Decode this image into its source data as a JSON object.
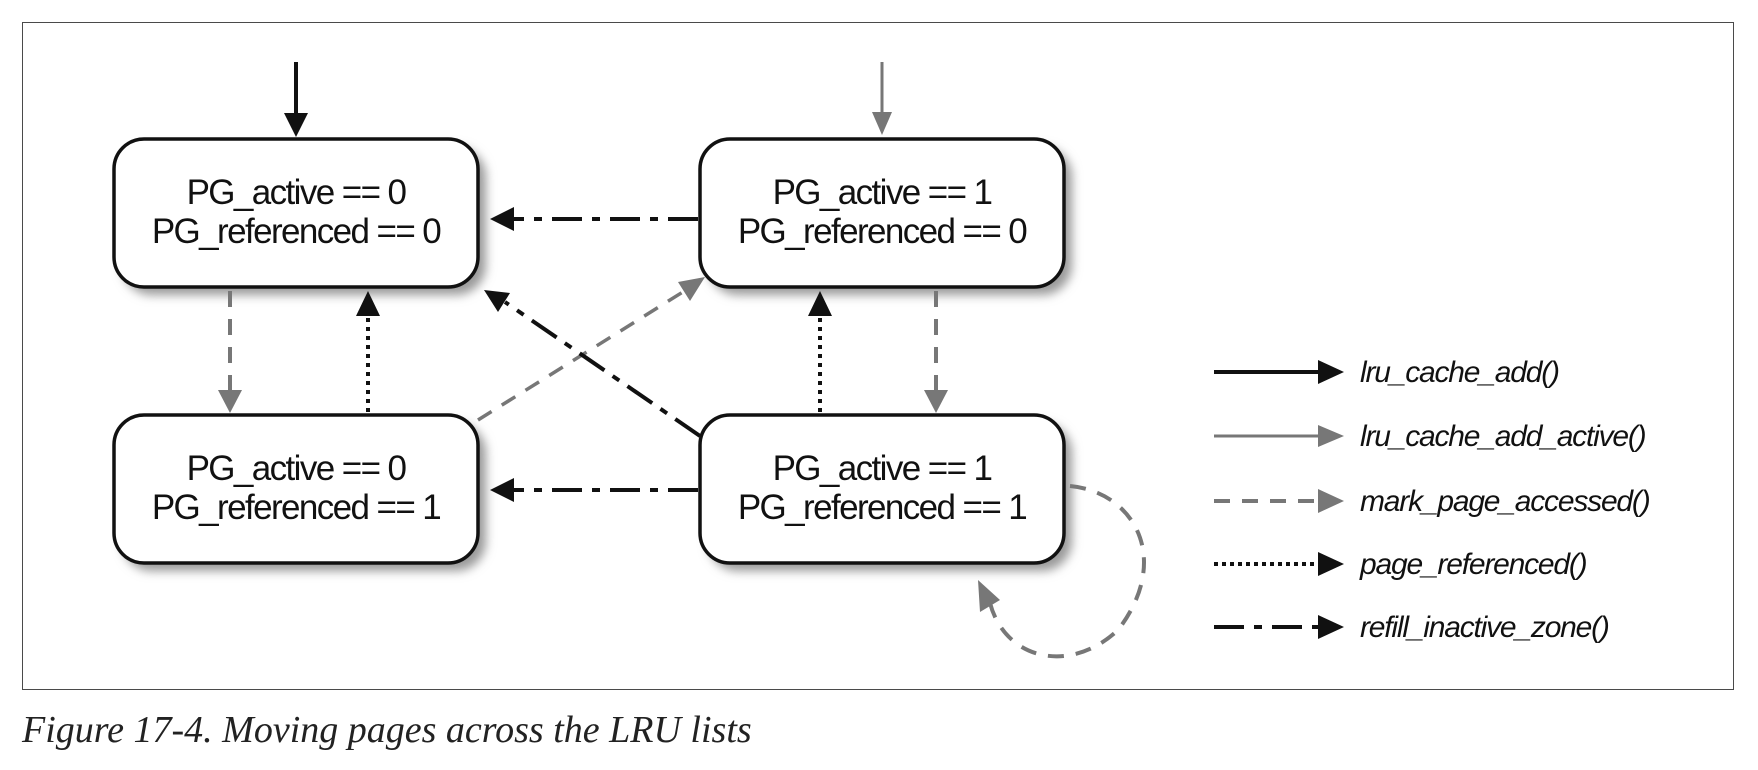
{
  "states": [
    {
      "id": "s00",
      "line1": "PG_active == 0",
      "line2": "PG_referenced == 0"
    },
    {
      "id": "s10",
      "line1": "PG_active == 1",
      "line2": "PG_referenced == 0"
    },
    {
      "id": "s01",
      "line1": "PG_active == 0",
      "line2": "PG_referenced == 1"
    },
    {
      "id": "s11",
      "line1": "PG_active == 1",
      "line2": "PG_referenced == 1"
    }
  ],
  "legend": [
    {
      "label": "lru_cache_add()",
      "style": "solid-black"
    },
    {
      "label": "lru_cache_add_active()",
      "style": "solid-gray"
    },
    {
      "label": "mark_page_accessed()",
      "style": "dashed-gray"
    },
    {
      "label": "page_referenced()",
      "style": "dotted-black"
    },
    {
      "label": "refill_inactive_zone()",
      "style": "dashdot-black"
    }
  ],
  "transitions": [
    {
      "from": "entry",
      "to": "s00",
      "style": "solid-black"
    },
    {
      "from": "entry",
      "to": "s10",
      "style": "solid-gray"
    },
    {
      "from": "s10",
      "to": "s00",
      "style": "dashdot-black"
    },
    {
      "from": "s00",
      "to": "s01",
      "style": "dashed-gray"
    },
    {
      "from": "s01",
      "to": "s00",
      "style": "dotted-black"
    },
    {
      "from": "s01",
      "to": "s10",
      "style": "dashed-gray"
    },
    {
      "from": "s11",
      "to": "s00",
      "style": "dashdot-black"
    },
    {
      "from": "s11",
      "to": "s10",
      "style": "dotted-black"
    },
    {
      "from": "s10",
      "to": "s11",
      "style": "dashed-gray"
    },
    {
      "from": "s11",
      "to": "s01",
      "style": "dashdot-black"
    },
    {
      "from": "s11",
      "to": "s11",
      "style": "dashed-gray"
    }
  ],
  "colors": {
    "black": "#111111",
    "gray": "#777777",
    "box_border": "#111111",
    "shadow": "#9a9a9a"
  },
  "caption": "Figure 17-4. Moving pages across the LRU lists"
}
